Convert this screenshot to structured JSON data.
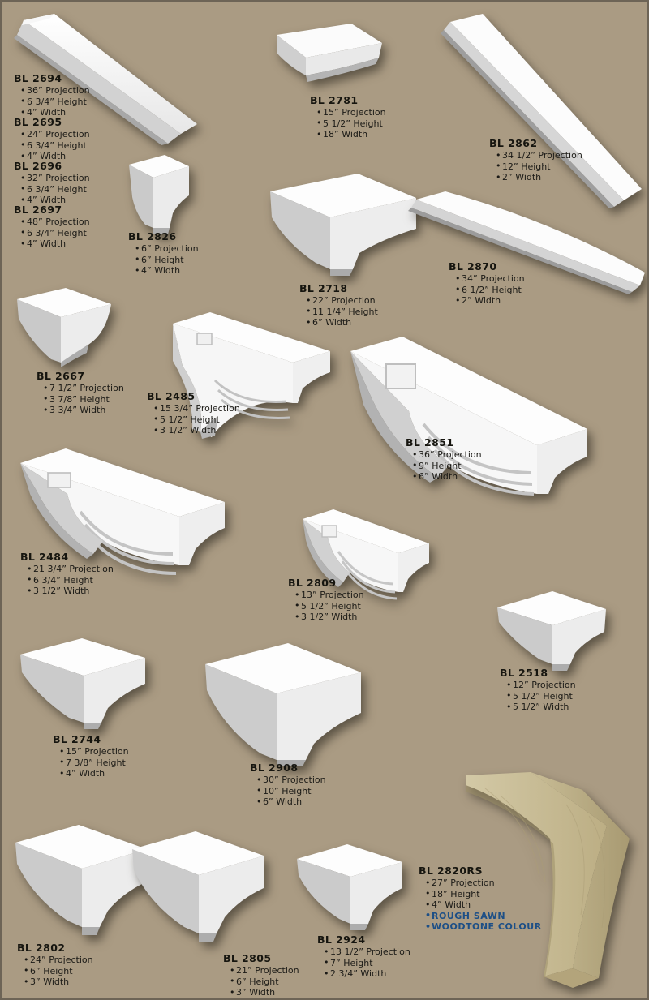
{
  "page": {
    "background_color": "#aa9b83",
    "border_color": "#6d6456",
    "accent_color": "#1d4f86",
    "bracket_color": "#ffffff",
    "woodtone_color": "#c8bc95"
  },
  "products": [
    {
      "code": "BL 2694",
      "specs": [
        "36” Projection",
        "6 3/4” Height",
        "4” Width"
      ],
      "notes": []
    },
    {
      "code": "BL 2695",
      "specs": [
        "24” Projection",
        "6 3/4” Height",
        "4” Width"
      ],
      "notes": []
    },
    {
      "code": "BL 2696",
      "specs": [
        "32” Projection",
        "6 3/4” Height",
        "4” Width"
      ],
      "notes": []
    },
    {
      "code": "BL 2697",
      "specs": [
        "48” Projection",
        "6 3/4” Height",
        "4” Width"
      ],
      "notes": []
    },
    {
      "code": "BL 2781",
      "specs": [
        "15” Projection",
        "5 1/2” Height",
        "18” Width"
      ],
      "notes": []
    },
    {
      "code": "BL 2862",
      "specs": [
        "34 1/2” Projection",
        "12” Height",
        "2” Width"
      ],
      "notes": []
    },
    {
      "code": "BL 2826",
      "specs": [
        "6” Projection",
        "6” Height",
        "4” Width"
      ],
      "notes": []
    },
    {
      "code": "BL 2718",
      "specs": [
        "22” Projection",
        "11 1/4” Height",
        "6” Width"
      ],
      "notes": []
    },
    {
      "code": "BL 2870",
      "specs": [
        "34” Projection",
        "6 1/2” Height",
        "2” Width"
      ],
      "notes": []
    },
    {
      "code": "BL 2667",
      "specs": [
        "7 1/2” Projection",
        "3 7/8” Height",
        "3 3/4” Width"
      ],
      "notes": []
    },
    {
      "code": "BL 2485",
      "specs": [
        "15 3/4” Projection",
        "5 1/2” Height",
        "3 1/2” Width"
      ],
      "notes": []
    },
    {
      "code": "BL 2851",
      "specs": [
        "36” Projection",
        "9” Height",
        "6” Width"
      ],
      "notes": []
    },
    {
      "code": "BL 2484",
      "specs": [
        "21 3/4” Projection",
        "6 3/4” Height",
        "3 1/2” Width"
      ],
      "notes": []
    },
    {
      "code": "BL 2809",
      "specs": [
        "13” Projection",
        "5 1/2” Height",
        "3 1/2” Width"
      ],
      "notes": []
    },
    {
      "code": "BL 2518",
      "specs": [
        "12” Projection",
        "5 1/2” Height",
        "5 1/2” Width"
      ],
      "notes": []
    },
    {
      "code": "BL 2744",
      "specs": [
        "15” Projection",
        "7 3/8” Height",
        "4” Width"
      ],
      "notes": []
    },
    {
      "code": "BL 2908",
      "specs": [
        "30” Projection",
        "10” Height",
        "6” Width"
      ],
      "notes": []
    },
    {
      "code": "BL 2820RS",
      "specs": [
        "27” Projection",
        "18” Height",
        "4” Width"
      ],
      "notes": [
        "ROUGH SAWN",
        "WOODTONE COLOUR"
      ]
    },
    {
      "code": "BL 2802",
      "specs": [
        "24” Projection",
        "6” Height",
        "3” Width"
      ],
      "notes": []
    },
    {
      "code": "BL 2805",
      "specs": [
        "21” Projection",
        "6” Height",
        "3” Width"
      ],
      "notes": []
    },
    {
      "code": "BL 2924",
      "specs": [
        "13 1/2” Projection",
        "7” Height",
        "2 3/4” Width"
      ],
      "notes": []
    }
  ]
}
